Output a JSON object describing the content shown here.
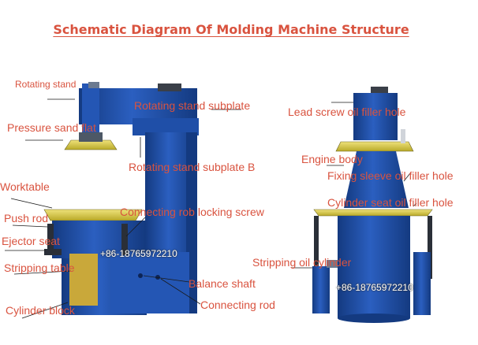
{
  "title": "Schematic Diagram Of Molding Machine Structure",
  "phone": "+86-18765972210",
  "colors": {
    "title": "#d9533f",
    "label": "#d9533f",
    "machine_body": "#1f4fa8",
    "machine_dark": "#143a80",
    "machine_light": "#3f74d1",
    "plate_yellow": "#d8c93b",
    "leader": "#1a1a1a"
  },
  "labels": {
    "rotating_stand": "Rotating stand",
    "rotating_stand_subplate": "Rotating stand subplate",
    "pressure_sand_flat": "Pressure sand flat",
    "rotating_stand_subplate_b": "Rotating stand subplate B",
    "worktable": "Worktable",
    "push_rod": "Push rod",
    "ejector_seat": "Ejector seat",
    "stripping_table": "Stripping table",
    "cylinder_block": "Cylinder block",
    "connecting_rob_locking_screw": "Connecting rob locking screw",
    "balance_shaft": "Balance shaft",
    "connecting_rod": "Connecting rod",
    "lead_screw_oil_filler_hole": "Lead screw oil filler hole",
    "engine_body": "Engine body",
    "fixing_sleeve_oil_filler_hole": "Fixing sleeve oil filler hole",
    "cylinder_seat_oil_filler_hole": "Cylinder seat oil filler hole",
    "stripping_oil_cylinder": "Stripping oil cylinder"
  }
}
